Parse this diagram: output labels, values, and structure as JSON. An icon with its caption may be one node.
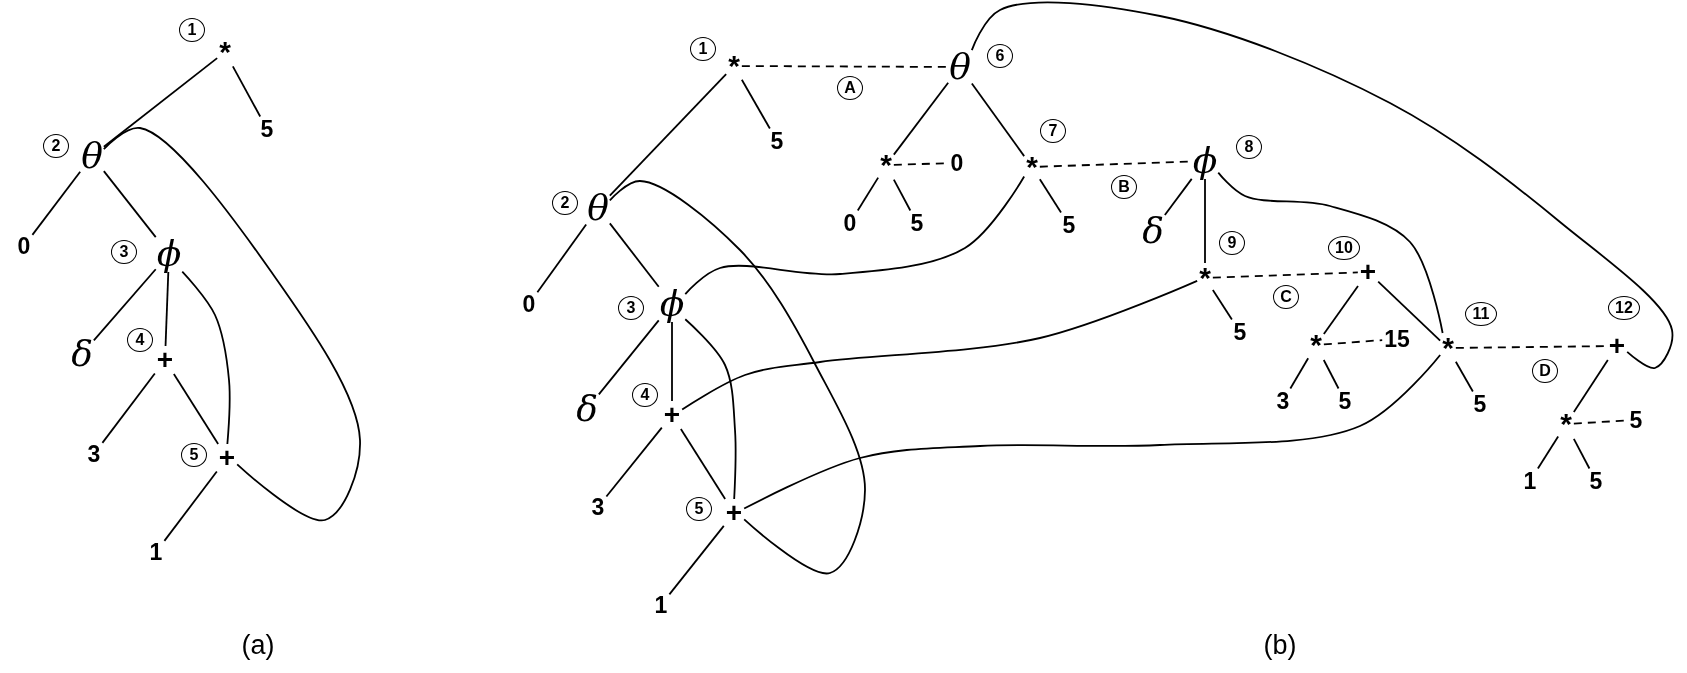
{
  "diagram": {
    "nodes": [
      {
        "text": [
          "*"
        ],
        "beside": [
          "1"
        ]
      },
      {
        "text": [
          "5"
        ]
      },
      {
        "text": [
          "θ"
        ],
        "beside": [
          "2"
        ]
      },
      {
        "text": [
          "0"
        ]
      },
      {
        "text": [
          "ϕ"
        ],
        "beside": [
          "3"
        ]
      },
      {
        "text": [
          "δ"
        ]
      },
      {
        "text": [
          "+"
        ],
        "beside": [
          "4"
        ]
      },
      {
        "text": [
          "3"
        ]
      },
      {
        "text": [
          "+"
        ],
        "beside": [
          "5"
        ]
      },
      {
        "text": [
          "1"
        ]
      },
      {
        "text": [
          "*"
        ],
        "beside": [
          "1"
        ]
      },
      {
        "text": [
          "θ"
        ],
        "beside": [
          "6"
        ]
      },
      {
        "text": [
          "5"
        ]
      },
      {
        "text": [
          "*"
        ]
      },
      {
        "text": [
          "0"
        ]
      },
      {
        "text": [
          "*"
        ],
        "beside": [
          "7"
        ]
      },
      {
        "text": [
          "ϕ"
        ],
        "beside": [
          "8"
        ]
      },
      {
        "text": [
          "θ"
        ],
        "beside": [
          "2"
        ]
      },
      {
        "text": [
          "0"
        ]
      },
      {
        "text": [
          "5"
        ]
      },
      {
        "text": [
          "5"
        ]
      },
      {
        "text": [
          "δ"
        ]
      },
      {
        "text": [
          "*"
        ],
        "beside": [
          "9"
        ]
      },
      {
        "text": [
          "+"
        ],
        "beside": [
          "10"
        ]
      },
      {
        "text": [
          "0"
        ]
      },
      {
        "text": [
          "ϕ"
        ],
        "beside": [
          "3"
        ]
      },
      {
        "text": [
          "5"
        ]
      },
      {
        "text": [
          "*"
        ]
      },
      {
        "text": [
          "15"
        ]
      },
      {
        "text": [
          "*"
        ],
        "beside": [
          "11"
        ]
      },
      {
        "text": [
          "+"
        ],
        "beside": [
          "12"
        ]
      },
      {
        "text": [
          "5"
        ]
      },
      {
        "text": [
          "3"
        ]
      },
      {
        "text": [
          "5"
        ]
      },
      {
        "text": [
          "δ"
        ]
      },
      {
        "text": [
          "+"
        ],
        "beside": [
          "4"
        ]
      },
      {
        "text": [
          "*"
        ]
      },
      {
        "text": [
          "5"
        ]
      },
      {
        "text": [
          "3"
        ]
      },
      {
        "text": [
          "+"
        ],
        "beside": [
          "5"
        ]
      },
      {
        "text": [
          "1"
        ]
      },
      {
        "text": [
          "5"
        ]
      },
      {
        "text": [
          "1"
        ]
      }
    ],
    "edges": [
      {
        "from": 0,
        "to": 2,
        "arrow": "none"
      },
      {
        "from": 0,
        "to": 1,
        "arrow": "none"
      },
      {
        "from": 2,
        "to": 3,
        "arrow": "none"
      },
      {
        "from": 2,
        "to": 4,
        "arrow": "none"
      },
      {
        "from": 4,
        "to": 5,
        "arrow": "none"
      },
      {
        "from": 4,
        "to": 6,
        "arrow": "none"
      },
      {
        "from": 4,
        "to": 8,
        "arrow": "none"
      },
      {
        "from": 6,
        "to": 7,
        "arrow": "none"
      },
      {
        "from": 6,
        "to": 8,
        "arrow": "none"
      },
      {
        "from": 8,
        "to": 9,
        "arrow": "none"
      },
      {
        "from": 2,
        "to": 8,
        "arrow": "none"
      },
      {
        "from": 10,
        "to": 17,
        "arrow": "none"
      },
      {
        "from": 10,
        "to": 12,
        "arrow": "none"
      },
      {
        "from": 17,
        "to": 24,
        "arrow": "none"
      },
      {
        "from": 17,
        "to": 25,
        "arrow": "none"
      },
      {
        "from": 25,
        "to": 34,
        "arrow": "none"
      },
      {
        "from": 25,
        "to": 35,
        "arrow": "none"
      },
      {
        "from": 25,
        "to": 39,
        "arrow": "none"
      },
      {
        "from": 35,
        "to": 38,
        "arrow": "none"
      },
      {
        "from": 35,
        "to": 39,
        "arrow": "none"
      },
      {
        "from": 39,
        "to": 42,
        "arrow": "none"
      },
      {
        "from": 17,
        "to": 39,
        "arrow": "none"
      },
      {
        "from": 11,
        "to": 13,
        "arrow": "none"
      },
      {
        "from": 11,
        "to": 15,
        "arrow": "none"
      },
      {
        "from": 13,
        "to": 18,
        "arrow": "none"
      },
      {
        "from": 13,
        "to": 19,
        "arrow": "none"
      },
      {
        "from": 15,
        "to": 20,
        "arrow": "none"
      },
      {
        "from": 16,
        "to": 21,
        "arrow": "none"
      },
      {
        "from": 16,
        "to": 22,
        "arrow": "none"
      },
      {
        "from": 22,
        "to": 26,
        "arrow": "none"
      },
      {
        "from": 23,
        "to": 27,
        "arrow": "none"
      },
      {
        "from": 23,
        "to": 29,
        "arrow": "none"
      },
      {
        "from": 27,
        "to": 32,
        "arrow": "none"
      },
      {
        "from": 27,
        "to": 33,
        "arrow": "none"
      },
      {
        "from": 29,
        "to": 31,
        "arrow": "none"
      },
      {
        "from": 30,
        "to": 36,
        "arrow": "none"
      },
      {
        "from": 36,
        "to": 40,
        "arrow": "none"
      },
      {
        "from": 36,
        "to": 41,
        "arrow": "none"
      },
      {
        "from": 10,
        "to": 11,
        "arrow": "none",
        "label": "A",
        "style": "dashed"
      },
      {
        "from": 13,
        "to": 14,
        "arrow": "none",
        "style": "dashed"
      },
      {
        "from": 15,
        "to": 16,
        "arrow": "none",
        "label": "B",
        "style": "dashed"
      },
      {
        "from": 22,
        "to": 23,
        "arrow": "none",
        "label": "C",
        "style": "dashed"
      },
      {
        "from": 27,
        "to": 28,
        "arrow": "none",
        "style": "dashed"
      },
      {
        "from": 29,
        "to": 30,
        "arrow": "none",
        "label": "D",
        "style": "dashed"
      },
      {
        "from": 36,
        "to": 37,
        "arrow": "none",
        "style": "dashed"
      },
      {
        "from": 11,
        "to": 30,
        "arrow": "none"
      },
      {
        "from": 25,
        "to": 15,
        "arrow": "none"
      },
      {
        "from": 35,
        "to": 22,
        "arrow": "none"
      },
      {
        "from": 39,
        "to": 29,
        "arrow": "none"
      },
      {
        "from": 16,
        "to": 29,
        "arrow": "none"
      }
    ],
    "labels": [
      "(a)",
      "(b)"
    ]
  }
}
